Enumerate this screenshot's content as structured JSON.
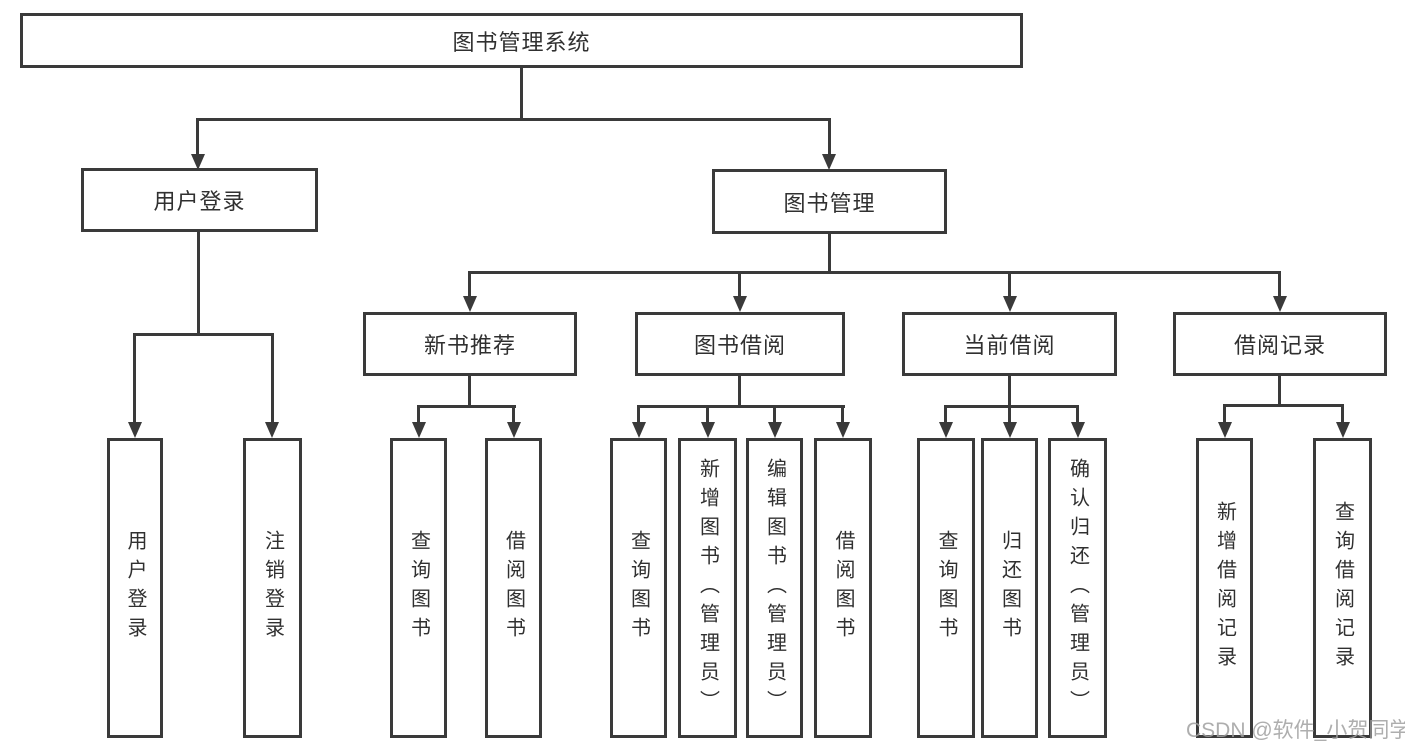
{
  "diagram_title": "图书管理系统",
  "nodes": {
    "root": "图书管理系统",
    "userLogin": "用户登录",
    "bookMgmt": "图书管理",
    "newRec": "新书推荐",
    "bookBorrow": "图书借阅",
    "curBorrow": "当前借阅",
    "borrowRec": "借阅记录",
    "leafUserLogin": "用户登录",
    "leafLogout": "注销登录",
    "leafNrQuery": "查询图书",
    "leafNrBorrow": "借阅图书",
    "leafBbQuery": "查询图书",
    "leafBbAdd": "新增图书（管理员）",
    "leafBbEdit": "编辑图书（管理员）",
    "leafBbBorrow": "借阅图书",
    "leafCbQuery": "查询图书",
    "leafCbReturn": "归还图书",
    "leafCbConfirm": "确认归还（管理员）",
    "leafBrAdd": "新增借阅记录",
    "leafBrQuery": "查询借阅记录"
  },
  "watermark": "CSDN @软件_小贺同学",
  "colors": {
    "line": "#3a3a3a",
    "text": "#303030",
    "background": "#ffffff",
    "watermark": "#a0a0a0"
  }
}
